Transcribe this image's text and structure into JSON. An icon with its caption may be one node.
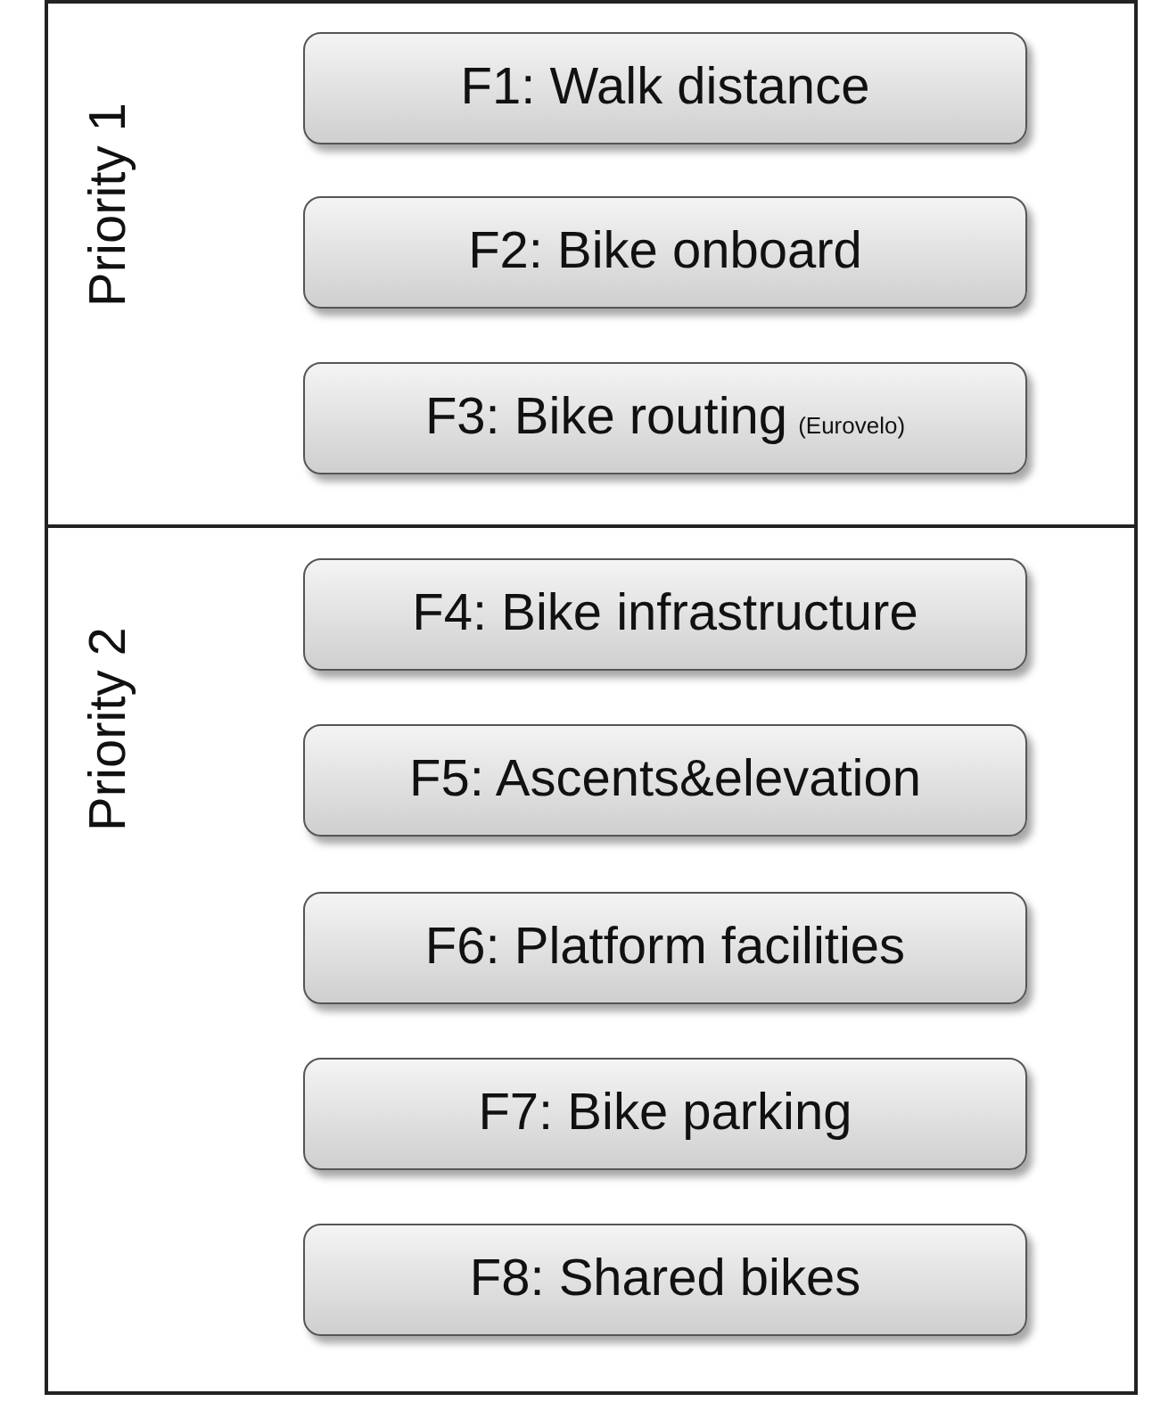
{
  "diagram": {
    "nodes": [
      {
        "text": [
          "Priority 1"
        ]
      },
      {
        "text": [
          "F1: Walk distance"
        ],
        "in": 0
      },
      {
        "text": [
          "F2: Bike onboard"
        ],
        "in": 0
      },
      {
        "text": [
          "F3: Bike routing",
          "(Eurovelo)"
        ],
        "in": 0
      },
      {
        "text": [
          "Priority 2"
        ]
      },
      {
        "text": [
          "F4: Bike infrastructure"
        ],
        "in": 4
      },
      {
        "text": [
          "F5: Ascents&elevation"
        ],
        "in": 4
      },
      {
        "text": [
          "F6: Platform facilities"
        ],
        "in": 4
      },
      {
        "text": [
          "F7: Bike parking"
        ],
        "in": 4
      },
      {
        "text": [
          "F8: Shared bikes"
        ],
        "in": 4
      }
    ]
  }
}
